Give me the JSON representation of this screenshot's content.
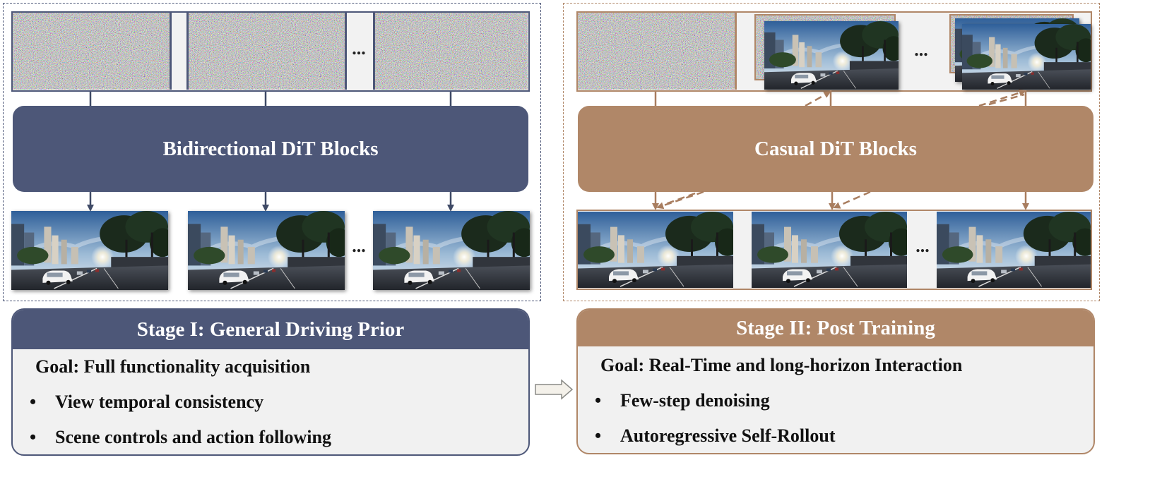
{
  "colors": {
    "stage1": "#4d5778",
    "stage2": "#b08768",
    "panel_bg": "#f1f1f1"
  },
  "stage1": {
    "block_label": "Bidirectional DiT Blocks",
    "ellipsis_top": "...",
    "ellipsis_bottom": "...",
    "panel_title": "Stage I: General Driving Prior",
    "goal": "Goal: Full functionality acquisition",
    "bullets": [
      "View temporal consistency",
      "Scene controls and action following"
    ]
  },
  "stage2": {
    "block_label": "Casual DiT Blocks",
    "ellipsis_top": "...",
    "ellipsis_bottom": "...",
    "panel_title": "Stage II: Post Training",
    "goal": "Goal: Real-Time and long-horizon Interaction",
    "bullets": [
      "Few-step denoising",
      "Autoregressive Self-Rollout"
    ]
  },
  "bullet_symbol": "•",
  "icons": {
    "noise_frame": "noise-frame-icon",
    "street_frame": "street-scene-image",
    "transition_arrow": "right-arrow-icon"
  }
}
